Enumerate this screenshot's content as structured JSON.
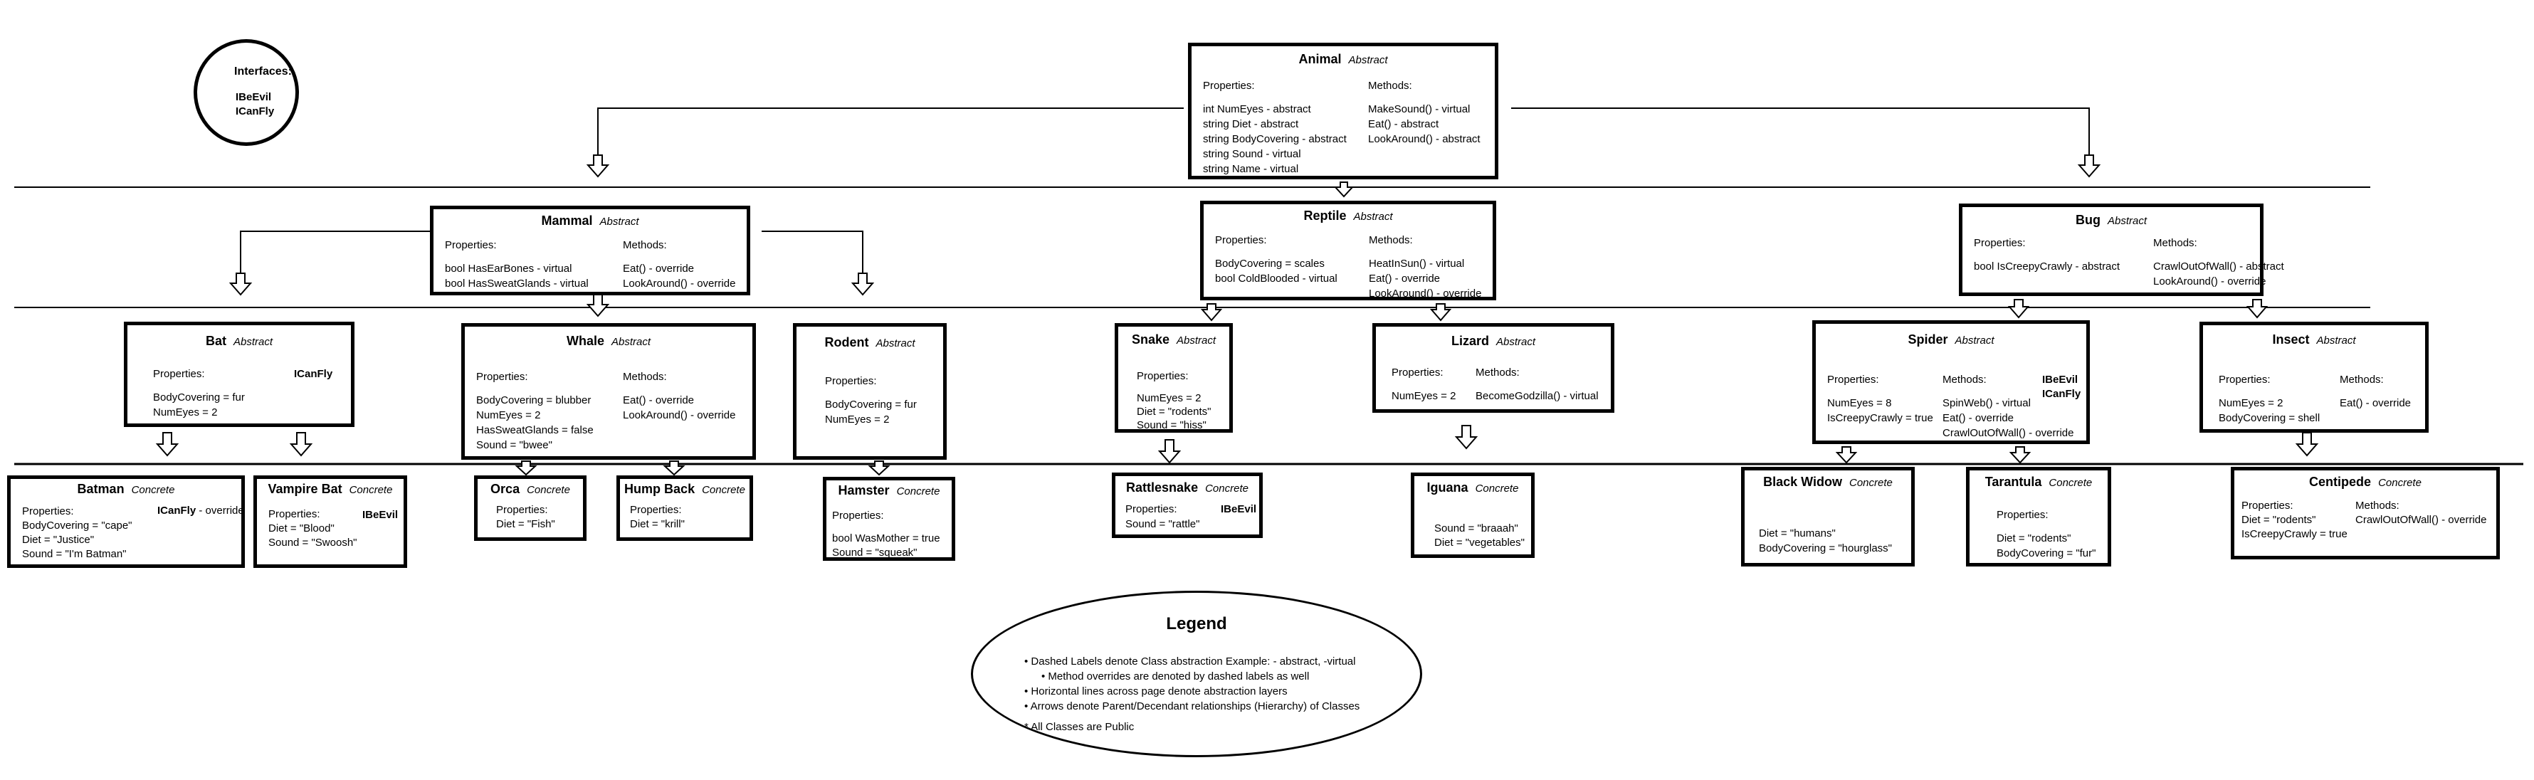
{
  "interfaces": {
    "title": "Interfaces:",
    "items": [
      "IBeEvil",
      "ICanFly"
    ]
  },
  "legend": {
    "title": "Legend",
    "items": [
      "• Dashed Labels denote Class abstraction  Example: - abstract, -virtual",
      "• Method overrides are denoted by dashed labels as well",
      "• Horizontal lines across page denote abstraction layers",
      "• Arrows denote Parent/Decendant relationships (Hierarchy) of Classes",
      "* All Classes are Public"
    ]
  },
  "classes": {
    "animal": {
      "name": "Animal",
      "kind": "Abstract",
      "props_label": "Properties:",
      "props": [
        "int NumEyes  - abstract",
        "string Diet  - abstract",
        "string BodyCovering - abstract",
        "string Sound  - virtual",
        "string Name - virtual"
      ],
      "methods_label": "Methods:",
      "methods": [
        "MakeSound() - virtual",
        "Eat()  - abstract",
        "LookAround() - abstract"
      ]
    },
    "mammal": {
      "name": "Mammal",
      "kind": "Abstract",
      "props_label": "Properties:",
      "props": [
        "bool HasEarBones - virtual",
        "bool HasSweatGlands - virtual"
      ],
      "methods_label": "Methods:",
      "methods": [
        "Eat()  - override",
        "LookAround() - override"
      ]
    },
    "reptile": {
      "name": "Reptile",
      "kind": "Abstract",
      "props_label": "Properties:",
      "props": [
        "BodyCovering = scales",
        "bool ColdBlooded - virtual"
      ],
      "methods_label": "Methods:",
      "methods": [
        "HeatInSun() - virtual",
        "Eat() - override",
        "LookAround() - override"
      ]
    },
    "bug": {
      "name": "Bug",
      "kind": "Abstract",
      "props_label": "Properties:",
      "props": [
        "bool IsCreepyCrawly  - abstract"
      ],
      "methods_label": "Methods:",
      "methods": [
        "CrawlOutOfWall() - abstract",
        "LookAround() - override"
      ]
    },
    "bat": {
      "name": "Bat",
      "kind": "Abstract",
      "props_label": "Properties:",
      "props": [
        "BodyCovering = fur",
        "NumEyes = 2"
      ],
      "ifaces": [
        "ICanFly"
      ]
    },
    "whale": {
      "name": "Whale",
      "kind": "Abstract",
      "props_label": "Properties:",
      "props": [
        "BodyCovering = blubber",
        "NumEyes = 2",
        "HasSweatGlands = false",
        "Sound = \"bwee\""
      ],
      "methods_label": "Methods:",
      "methods": [
        "Eat()  - override",
        "LookAround() - override"
      ]
    },
    "rodent": {
      "name": "Rodent",
      "kind": "Abstract",
      "props_label": "Properties:",
      "props": [
        "BodyCovering = fur",
        "NumEyes = 2"
      ]
    },
    "snake": {
      "name": "Snake",
      "kind": "Abstract",
      "props_label": "Properties:",
      "props": [
        "NumEyes = 2",
        "Diet = \"rodents\"",
        "Sound = \"hiss\""
      ]
    },
    "lizard": {
      "name": "Lizard",
      "kind": "Abstract",
      "props_label": "Properties:",
      "props": [
        "NumEyes = 2"
      ],
      "methods_label": "Methods:",
      "methods": [
        "BecomeGodzilla() - virtual"
      ]
    },
    "spider": {
      "name": "Spider",
      "kind": "Abstract",
      "props_label": "Properties:",
      "props": [
        "NumEyes = 8",
        "IsCreepyCrawly = true"
      ],
      "methods_label": "Methods:",
      "methods": [
        "SpinWeb() - virtual",
        "Eat() - override",
        "CrawlOutOfWall() - override"
      ],
      "ifaces": [
        "IBeEvil",
        "ICanFly"
      ]
    },
    "insect": {
      "name": "Insect",
      "kind": "Abstract",
      "props_label": "Properties:",
      "props": [
        "NumEyes = 2",
        "BodyCovering = shell"
      ],
      "methods_label": "Methods:",
      "methods": [
        "Eat() - override"
      ]
    },
    "batman": {
      "name": "Batman",
      "kind": "Concrete",
      "props_label": "Properties:",
      "props": [
        "BodyCovering = \"cape\"",
        "Diet = \"Justice\"",
        "Sound = \"I'm Batman\""
      ],
      "ifaces": [
        "ICanFly"
      ],
      "override_note": " - override"
    },
    "vampirebat": {
      "name": "Vampire Bat",
      "kind": "Concrete",
      "props_label": "Properties:",
      "props": [
        "Diet = \"Blood\"",
        "Sound = \"Swoosh\""
      ],
      "ifaces": [
        "IBeEvil"
      ]
    },
    "orca": {
      "name": "Orca",
      "kind": "Concrete",
      "props_label": "Properties:",
      "props": [
        "Diet = \"Fish\""
      ]
    },
    "humpback": {
      "name": "Hump Back",
      "kind": "Concrete",
      "props_label": "Properties:",
      "props": [
        "Diet = \"krill\""
      ]
    },
    "hamster": {
      "name": "Hamster",
      "kind": "Concrete",
      "props_label": "Properties:",
      "props": [
        "bool WasMother = true",
        "Sound = \"squeak\""
      ]
    },
    "rattlesnake": {
      "name": "Rattlesnake",
      "kind": "Concrete",
      "props_label": "Properties:",
      "props": [
        "Sound = \"rattle\""
      ],
      "ifaces": [
        "IBeEvil"
      ]
    },
    "iguana": {
      "name": "Iguana",
      "kind": "Concrete",
      "props": [
        "Sound = \"braaah\"",
        "Diet = \"vegetables\""
      ]
    },
    "blackwidow": {
      "name": "Black Widow",
      "kind": "Concrete",
      "props": [
        "Diet = \"humans\"",
        "BodyCovering = \"hourglass\""
      ]
    },
    "tarantula": {
      "name": "Tarantula",
      "kind": "Concrete",
      "props_label": "Properties:",
      "props": [
        "Diet = \"rodents\"",
        "BodyCovering = \"fur\""
      ]
    },
    "centipede": {
      "name": "Centipede",
      "kind": "Concrete",
      "props_label": "Properties:",
      "props": [
        "Diet = \"rodents\"",
        "IsCreepyCrawly = true"
      ],
      "methods_label": "Methods:",
      "methods": [
        "CrawlOutOfWall() - override"
      ]
    }
  }
}
